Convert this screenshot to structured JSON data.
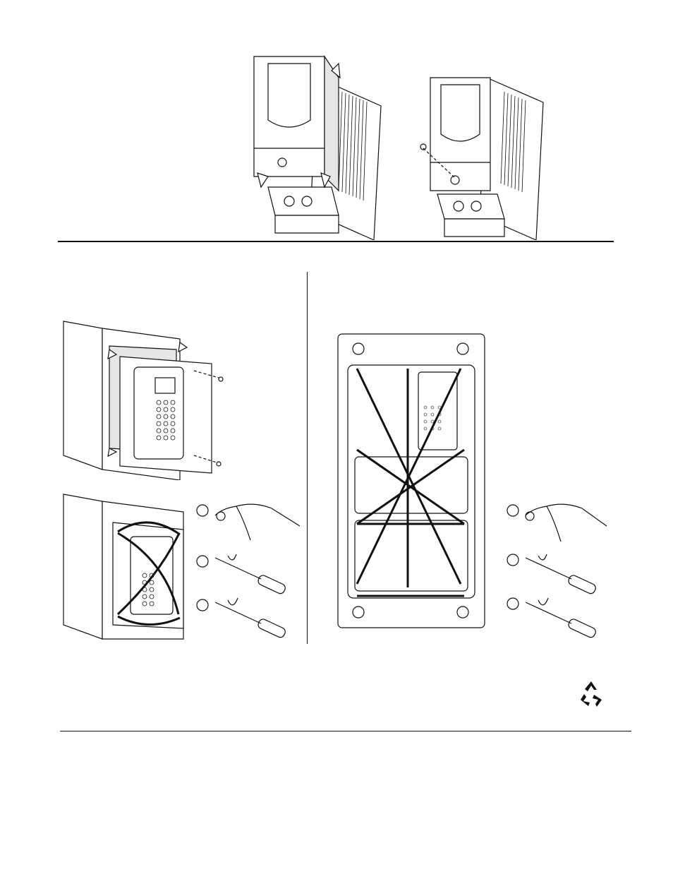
{
  "page": {
    "background": "#ffffff",
    "ink": "#111111"
  },
  "figures": {
    "top_left": {
      "icon": "drive-cover-removal-illustration"
    },
    "top_right": {
      "icon": "drive-cover-screw-illustration"
    },
    "mid_left_top": {
      "icon": "drive-enclosure-exploded-illustration"
    },
    "mid_left_bottom": {
      "icon": "drive-enclosure-torque-sequence-illustration"
    },
    "mid_right": {
      "icon": "mounting-plate-torque-sequence-illustration"
    },
    "recycle": {
      "icon": "recycle-icon"
    }
  },
  "steps_left": [
    "",
    "",
    ""
  ],
  "steps_right": [
    "",
    "",
    ""
  ]
}
